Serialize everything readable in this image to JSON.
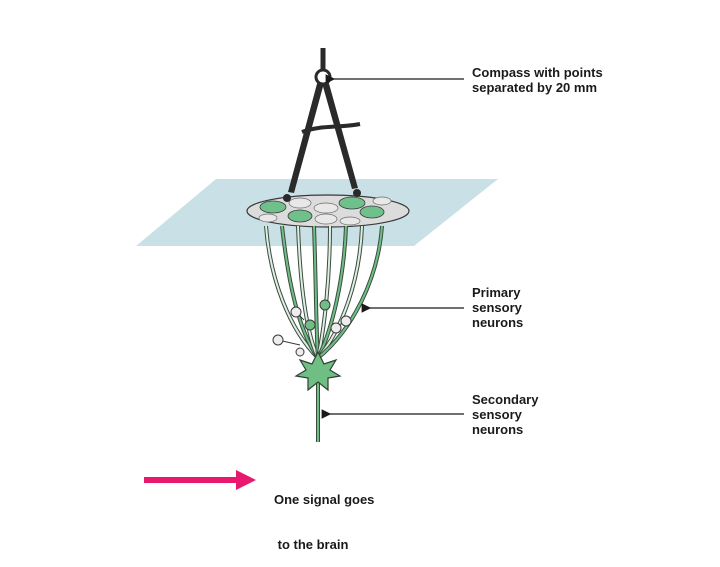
{
  "labels": {
    "compass": [
      "Compass with points",
      "separated by 20 mm"
    ],
    "primary": [
      "Primary",
      "sensory",
      "neurons"
    ],
    "secondary": [
      "Secondary",
      "sensory",
      "neurons"
    ],
    "signal": [
      "One signal goes",
      " to the brain"
    ]
  },
  "colors": {
    "skin_plane": "#bcd9e0",
    "receptor_field": "#6fc08a",
    "neuron_fill": "#6fbf84",
    "neuron_outline": "#2f3f34",
    "compass": "#2a2a2a",
    "signal_arrow": "#e8186f",
    "label_text": "#1a1a1a"
  },
  "icons": {
    "compass": "compass-icon",
    "signal_arrow": "arrow-right-icon"
  }
}
